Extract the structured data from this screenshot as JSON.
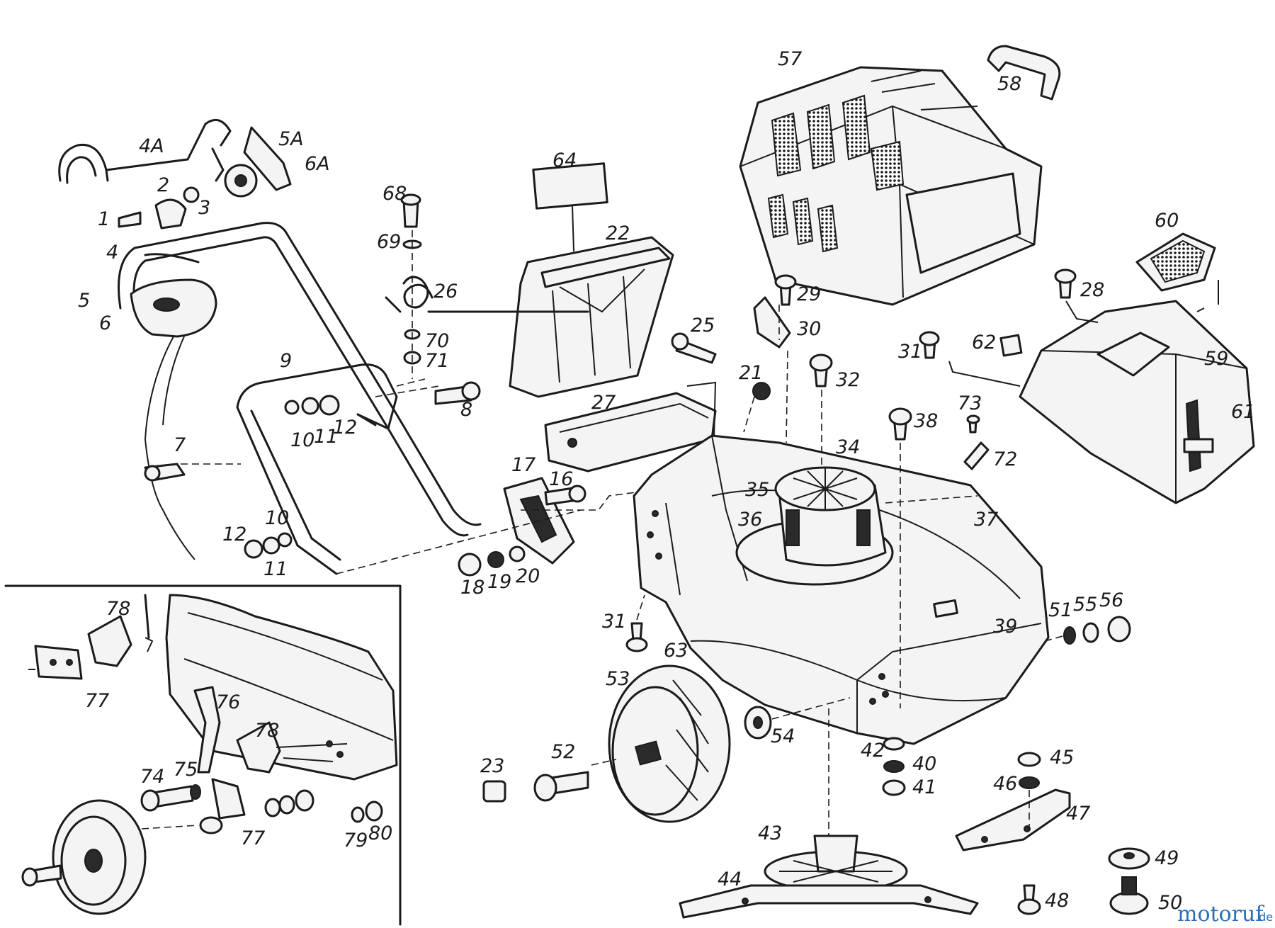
{
  "labels": {
    "l1": "1",
    "l2": "2",
    "l3": "3",
    "l4": "4",
    "l4A": "4A",
    "l5": "5",
    "l5A": "5A",
    "l6": "6",
    "l6A": "6A",
    "l7": "7",
    "l8": "8",
    "l9": "9",
    "l10a": "10",
    "l11a": "11",
    "l12a": "12",
    "l10b": "10",
    "l11b": "11",
    "l12b": "12",
    "l16": "16",
    "l17": "17",
    "l18": "18",
    "l19": "19",
    "l20": "20",
    "l21": "21",
    "l22": "22",
    "l23": "23",
    "l25": "25",
    "l26": "26",
    "l27": "27",
    "l28": "28",
    "l29": "29",
    "l30": "30",
    "l31a": "31",
    "l31b": "31",
    "l32": "32",
    "l34": "34",
    "l35": "35",
    "l36": "36",
    "l37": "37",
    "l38": "38",
    "l39": "39",
    "l40": "40",
    "l41": "41",
    "l42": "42",
    "l43": "43",
    "l44": "44",
    "l45": "45",
    "l46": "46",
    "l47": "47",
    "l48": "48",
    "l49": "49",
    "l50": "50",
    "l51": "51",
    "l52": "52",
    "l53": "53",
    "l54": "54",
    "l55": "55",
    "l56": "56",
    "l57": "57",
    "l58": "58",
    "l59": "59",
    "l60": "60",
    "l61": "61",
    "l62": "62",
    "l63": "63",
    "l64": "64",
    "l68": "68",
    "l69": "69",
    "l70": "70",
    "l71": "71",
    "l72": "72",
    "l73": "73",
    "l74": "74",
    "l75": "75",
    "l76": "76",
    "l77a": "77",
    "l77b": "77",
    "l78a": "78",
    "l78b": "78",
    "l79": "79",
    "l80": "80"
  },
  "watermark": {
    "brand": "motoruf",
    "tld": ".de"
  }
}
